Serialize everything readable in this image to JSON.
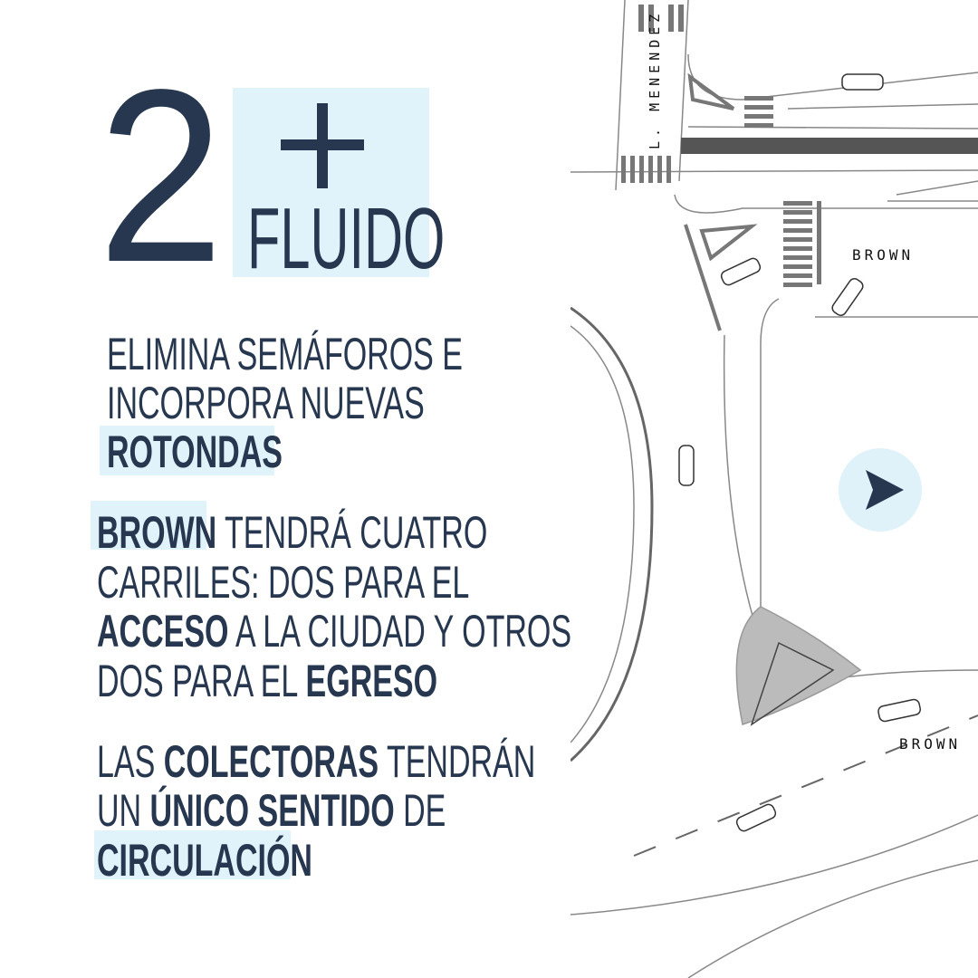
{
  "header": {
    "number": "2",
    "plus": "+",
    "title": "FLUIDO"
  },
  "p1": {
    "l1": "Elimina semáforos e",
    "l2": "incorpora nuevas",
    "l3": "rotondas"
  },
  "p2": {
    "l1a": "Brown",
    "l1b": " tendrá cuatro",
    "l2": "carriles: dos para el",
    "l3a": "acceso",
    "l3b": " a la ciudad y otros",
    "l4a": "dos para el ",
    "l4b": "egreso"
  },
  "p3": {
    "l1a": "Las ",
    "l1b": "colectoras",
    "l1c": " tendrán",
    "l2a": "un ",
    "l2b": "único sentido",
    "l2c": " de",
    "l3": "circulación"
  },
  "map": {
    "street_1": "L. MENENDEZ",
    "street_2": "BROWN",
    "street_3": "BROWN"
  },
  "colors": {
    "text": "#26374f",
    "highlight": "#e0f3fa"
  },
  "icons": {
    "next": "play-arrow-icon"
  }
}
